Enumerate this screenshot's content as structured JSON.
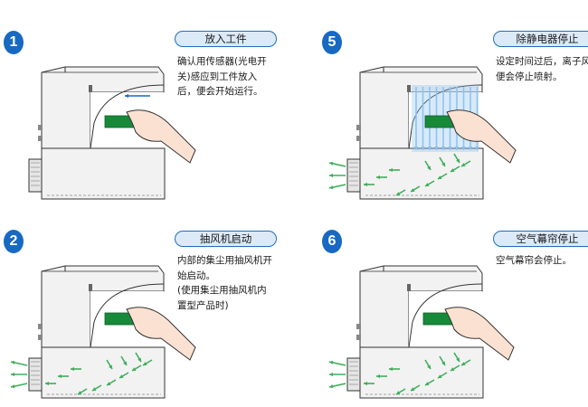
{
  "steps": [
    {
      "number": "1",
      "title": "放入工件",
      "lines": [
        "确认用传感器(光电开",
        "关)感应到工件放入",
        "后，便会开始运行。"
      ],
      "icons": [
        "sensor-arrow-icon",
        "hand-with-workpiece-icon"
      ]
    },
    {
      "number": "2",
      "title": "抽风机启动",
      "lines": [
        "内部的集尘用抽风机开",
        "始启动。",
        "(使用集尘用抽风机内",
        "置型产品时)"
      ],
      "icons": [
        "airflow-arrows-icon",
        "hand-with-workpiece-icon"
      ]
    },
    {
      "number": "5",
      "title": "除静电器停止",
      "lines": [
        "设定时间过后，离子风",
        "便会停止喷射。"
      ],
      "icons": [
        "ion-air-jet-icon",
        "airflow-arrows-icon",
        "hand-with-workpiece-icon"
      ]
    },
    {
      "number": "6",
      "title": "空气幕帘停止",
      "lines": [
        "空气幕帘会停止。"
      ],
      "icons": [
        "airflow-arrows-icon",
        "hand-with-workpiece-icon"
      ]
    }
  ],
  "colors": {
    "accent": "#1769c2",
    "pill_fill": "#dce9f7",
    "machine_fill": "#f2f2f2",
    "workpiece": "#178a3a",
    "airflow": "#3fae5a",
    "ion_jet": "#8fc2f0",
    "skin": "#fbe1d2"
  }
}
